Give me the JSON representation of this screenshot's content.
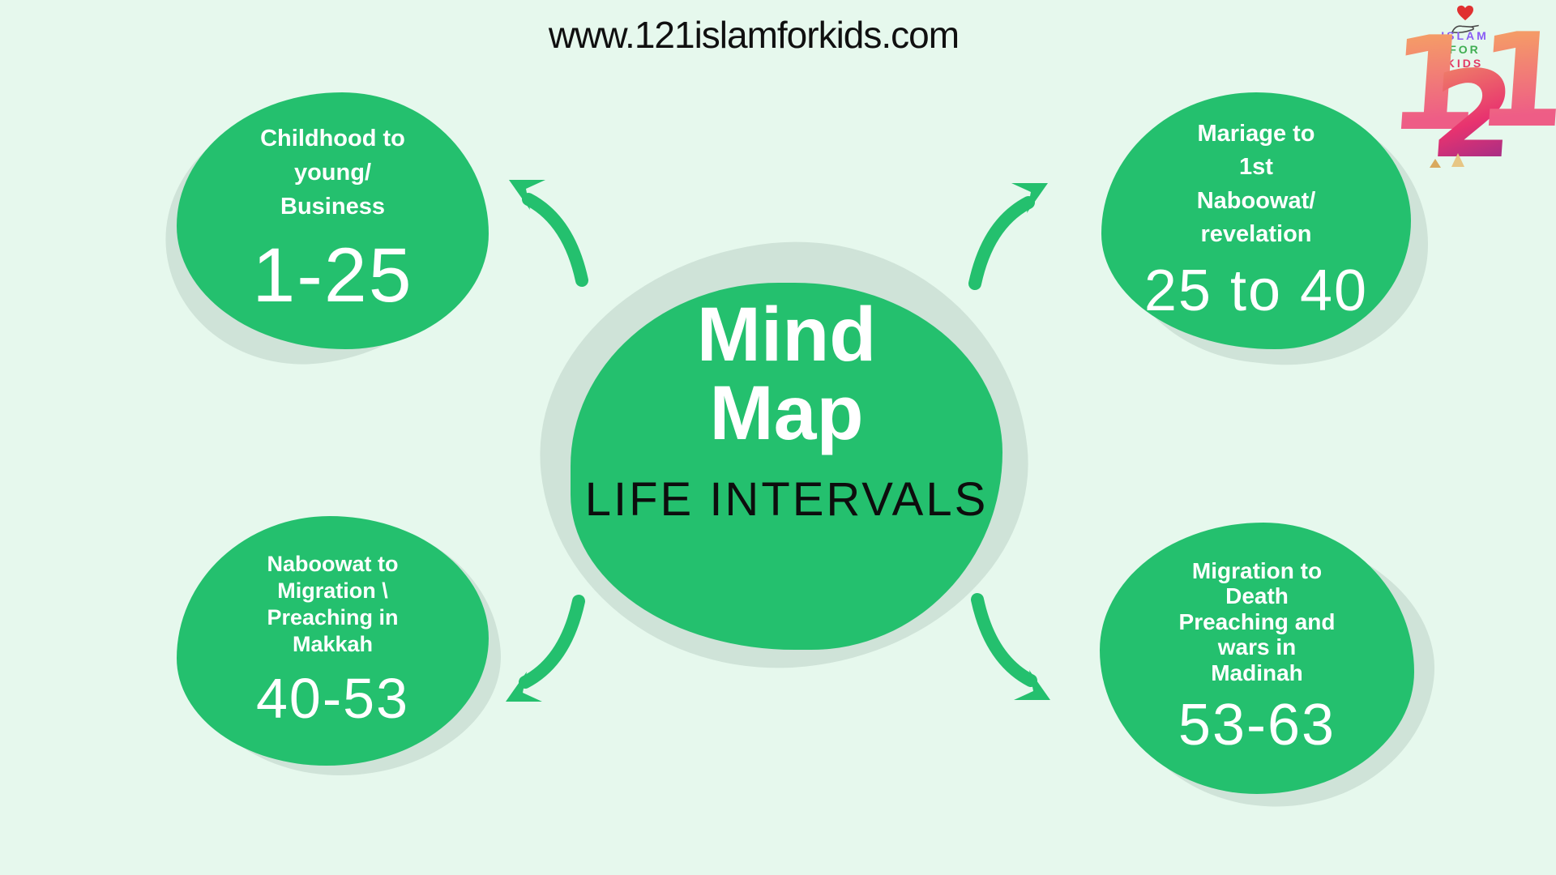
{
  "page": {
    "title": "www.121islamforkids.com"
  },
  "palette": {
    "green": "#24c06e",
    "shadow_blob": "#cfe3d8",
    "background": "#e6f8ed",
    "dark_text": "#101010",
    "light_text": "#ffffff"
  },
  "logo": {
    "digit_left": "1",
    "digit_mid": "2",
    "digit_right": "1",
    "word1": "ISLAM",
    "word2": "FOR",
    "word3": "KIDS"
  },
  "center": {
    "title_lines": [
      "Mind",
      "Map"
    ],
    "subtitle": "LIFE INTERVALS"
  },
  "nodes": [
    {
      "id": "childhood",
      "label_lines": [
        "Childhood to",
        "young/",
        "Business"
      ],
      "value": "1-25"
    },
    {
      "id": "marriage",
      "label_lines": [
        "Mariage to",
        "1st",
        "Naboowat/",
        "revelation"
      ],
      "value": "25 to 40"
    },
    {
      "id": "naboowat",
      "label_lines": [
        "Naboowat to",
        "Migration \\",
        "Preaching in",
        "Makkah"
      ],
      "value": "40-53"
    },
    {
      "id": "migration",
      "label_lines": [
        "Migration to",
        "Death",
        "Preaching and",
        "wars in",
        "Madinah"
      ],
      "value": "53-63"
    }
  ]
}
